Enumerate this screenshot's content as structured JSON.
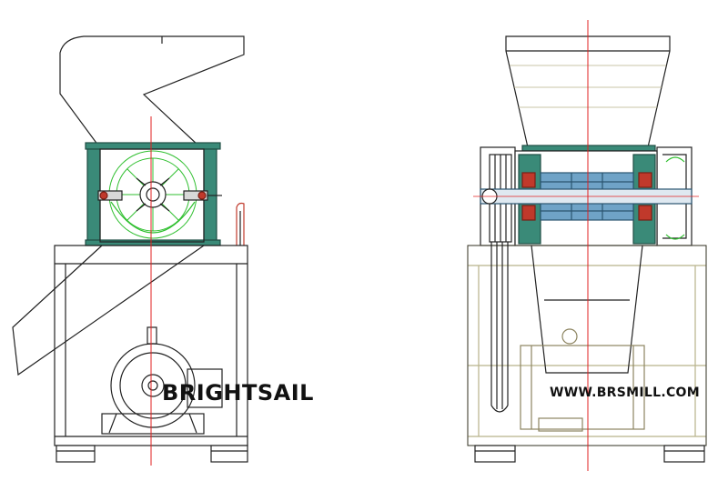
{
  "watermarks": {
    "left_brand": "BRIGHTSAIL",
    "right_website": "WWW.BRSMILL.COM"
  },
  "views": [
    {
      "name": "side-view",
      "components": [
        "feed-hopper",
        "crushing-chamber",
        "rotor",
        "base-frame",
        "electric-motor",
        "discharge-chute",
        "feet"
      ]
    },
    {
      "name": "front-view",
      "components": [
        "feed-hopper",
        "rotor-shaft",
        "bearings",
        "belt-pulleys",
        "belts",
        "base-frame",
        "discharge-chute",
        "electric-motor",
        "feet"
      ]
    }
  ],
  "colors": {
    "outline": "#222222",
    "centerline": "#e02020",
    "rotor": "#2fbf2f",
    "steel": "#3a8a78",
    "frame": "#b8b28a",
    "bearing": "#c0392b",
    "shaft": "#6fa3c7"
  }
}
